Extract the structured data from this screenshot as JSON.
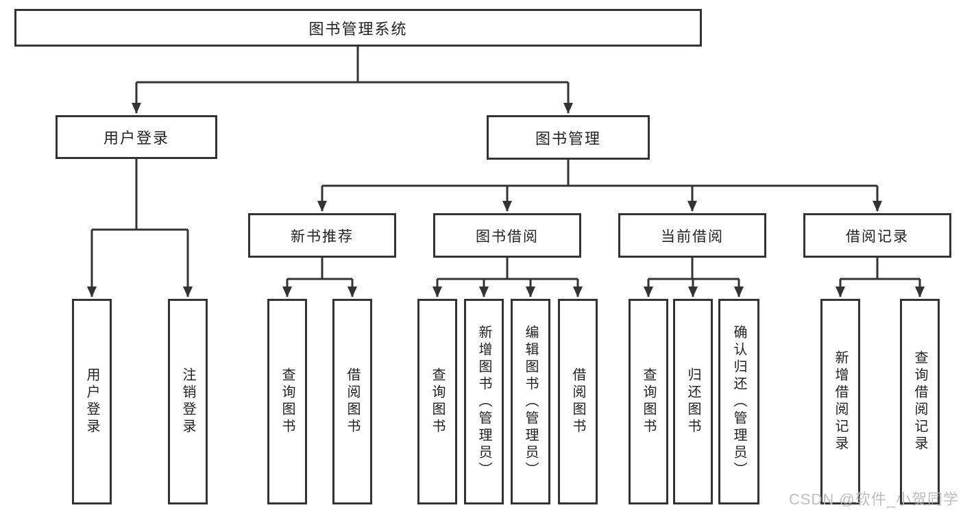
{
  "tree": {
    "root": {
      "label": "图书管理系统"
    },
    "branches": [
      {
        "label": "用户登录",
        "children": [
          {
            "label": "用户登录"
          },
          {
            "label": "注销登录"
          }
        ]
      },
      {
        "label": "图书管理",
        "sections": [
          {
            "label": "新书推荐",
            "children": [
              {
                "label": "查询图书"
              },
              {
                "label": "借阅图书"
              }
            ]
          },
          {
            "label": "图书借阅",
            "children": [
              {
                "label": "查询图书"
              },
              {
                "label": "新增图书（管理员）"
              },
              {
                "label": "编辑图书（管理员）"
              },
              {
                "label": "借阅图书"
              }
            ]
          },
          {
            "label": "当前借阅",
            "children": [
              {
                "label": "查询图书"
              },
              {
                "label": "归还图书"
              },
              {
                "label": "确认归还（管理员）"
              }
            ]
          },
          {
            "label": "借阅记录",
            "children": [
              {
                "label": "新增借阅记录"
              },
              {
                "label": "查询借阅记录"
              }
            ]
          }
        ]
      }
    ]
  },
  "watermark": {
    "text": "CSDN @软件_小贺同学"
  },
  "colors": {
    "line": "#333333",
    "box_border": "#333333",
    "text": "#222222",
    "background": "#ffffff",
    "watermark": "#b9b9b9"
  }
}
